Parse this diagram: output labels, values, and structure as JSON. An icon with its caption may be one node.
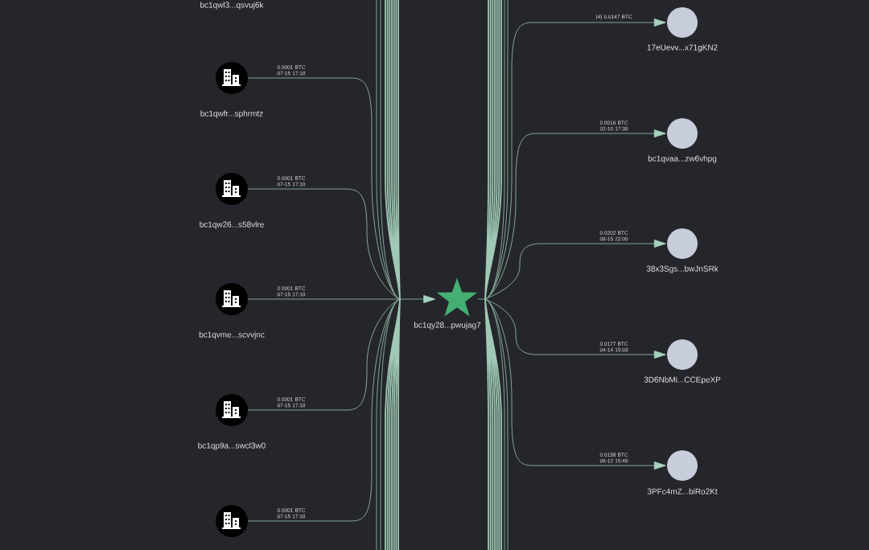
{
  "diagram": {
    "nodes": [
      {
        "text": [
          "bc1qwfr...sphrmtz"
        ]
      },
      {
        "text": [
          "bc1qw26...s58vlre"
        ]
      },
      {
        "text": [
          "bc1qvme...scvvjnc"
        ]
      },
      {
        "text": [
          "bc1qp9a...swcl3w0"
        ]
      },
      {
        "text": [],
        "shape": "circle"
      },
      {
        "text": [
          "bc1qy28...pwujag7"
        ]
      },
      {
        "text": [
          "17eUevv...x71gKN2"
        ]
      },
      {
        "text": [
          "bc1qvaa...zw6vhpg"
        ]
      },
      {
        "text": [
          "38x3Sgs...bwJnSRk"
        ]
      },
      {
        "text": [
          "3D6NbMi...CCEpeXP"
        ]
      },
      {
        "text": [
          "3PFc4mZ...biRo2Kt"
        ]
      }
    ],
    "edges": [
      {
        "from": 0,
        "to": 5,
        "arrow": "to",
        "label": "0.0001 BTC 07-15 17:18"
      },
      {
        "from": 1,
        "to": 5,
        "arrow": "to",
        "label": "0.0001 BTC 07-15 17:18"
      },
      {
        "from": 2,
        "to": 5,
        "arrow": "to",
        "label": "0.0001 BTC 07-15 17:18"
      },
      {
        "from": 3,
        "to": 5,
        "arrow": "to",
        "label": "0.0001 BTC 07-15 17:18"
      },
      {
        "from": 4,
        "to": 5,
        "arrow": "to",
        "label": "0.0001 BTC 07-15 17:18"
      },
      {
        "from": 5,
        "to": 6,
        "arrow": "to",
        "label": "(4) 0.0147 BTC"
      },
      {
        "from": 5,
        "to": 7,
        "arrow": "to",
        "label": "0.0016 BTC 02-10 17:38"
      },
      {
        "from": 5,
        "to": 8,
        "arrow": "to",
        "label": "0.0202 BTC 08-15 22:00"
      },
      {
        "from": 5,
        "to": 9,
        "arrow": "to",
        "label": "0.0177 BTC 04-14 15:03"
      },
      {
        "from": 5,
        "to": 10,
        "arrow": "to",
        "label": "0.0138 BTC 06-12 15:48"
      },
      {
        "from": null,
        "to": 5,
        "arrow": "to"
      },
      {
        "from": null,
        "to": 5,
        "arrow": "to"
      },
      {
        "from": 5,
        "to": null,
        "arrow": "none"
      },
      {
        "from": 5,
        "to": null,
        "arrow": "none"
      },
      {
        "from": null,
        "to": 5,
        "arrow": "to"
      },
      {
        "from": null,
        "to": 5,
        "arrow": "to"
      },
      {
        "from": null,
        "to": 5,
        "arrow": "to"
      },
      {
        "from": null,
        "to": 5,
        "arrow": "to"
      },
      {
        "from": 5,
        "to": null,
        "arrow": "none"
      },
      {
        "from": 5,
        "to": null,
        "arrow": "none"
      },
      {
        "from": 5,
        "to": null,
        "arrow": "none"
      },
      {
        "from": 5,
        "to": null,
        "arrow": "none"
      }
    ],
    "labels": [
      "bc1qwl3...qsvuj6k"
    ]
  }
}
